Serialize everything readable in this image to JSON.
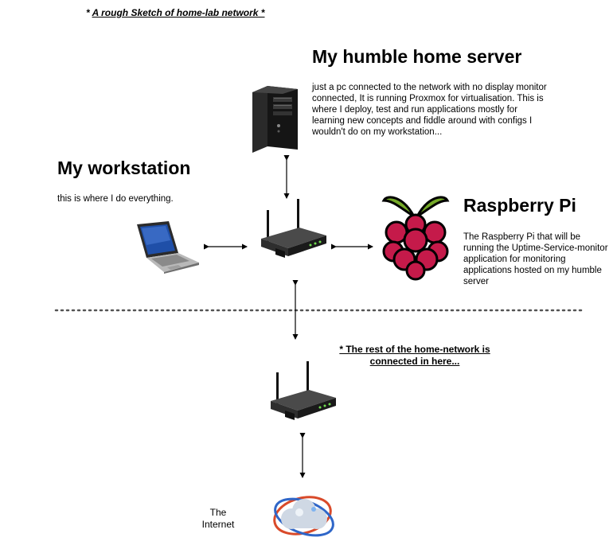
{
  "caption": {
    "star_left": "* ",
    "text": " A rough Sketch of home-lab network *"
  },
  "server": {
    "title": "My humble home server",
    "description": "just a pc connected to the network with no display monitor connected, It is running Proxmox for virtualisation. This is where I deploy, test and run applications mostly for learning new concepts and fiddle around with configs I wouldn't do on my workstation..."
  },
  "workstation": {
    "title": "My workstation",
    "description": "this is where I do everything."
  },
  "raspberry": {
    "title": "Raspberry Pi",
    "description": "The Raspberry Pi that will be running the Uptime-Service-monitor application for monitoring applications hosted on my humble server"
  },
  "network_note": {
    "line1": "* The rest of the home-network is",
    "line2": "connected in here..."
  },
  "internet": {
    "line1": "The",
    "line2": "Internet"
  },
  "colors": {
    "raspberry_red": "#c51a4a",
    "leaf_green": "#75a928",
    "line": "#000000",
    "dotted": "#555555"
  },
  "icons": [
    "server-tower-icon",
    "laptop-icon",
    "wifi-router-icon",
    "raspberry-pi-logo-icon",
    "internet-cloud-icon"
  ]
}
